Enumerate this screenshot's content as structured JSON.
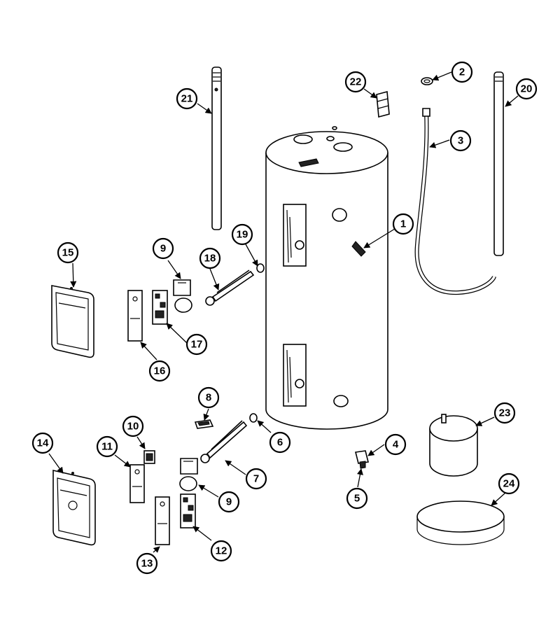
{
  "diagram": {
    "colors": {
      "line": "#000000",
      "fill": "#ffffff",
      "dark": "#222222"
    },
    "callouts": [
      {
        "id": "c1",
        "label": "1"
      },
      {
        "id": "c2",
        "label": "2"
      },
      {
        "id": "c3",
        "label": "3"
      },
      {
        "id": "c4",
        "label": "4"
      },
      {
        "id": "c5",
        "label": "5"
      },
      {
        "id": "c6",
        "label": "6"
      },
      {
        "id": "c7",
        "label": "7"
      },
      {
        "id": "c8",
        "label": "8"
      },
      {
        "id": "c9a",
        "label": "9"
      },
      {
        "id": "c9b",
        "label": "9"
      },
      {
        "id": "c10",
        "label": "10"
      },
      {
        "id": "c11",
        "label": "11"
      },
      {
        "id": "c12",
        "label": "12"
      },
      {
        "id": "c13",
        "label": "13"
      },
      {
        "id": "c14",
        "label": "14"
      },
      {
        "id": "c15",
        "label": "15"
      },
      {
        "id": "c16",
        "label": "16"
      },
      {
        "id": "c17",
        "label": "17"
      },
      {
        "id": "c18",
        "label": "18"
      },
      {
        "id": "c19",
        "label": "19"
      },
      {
        "id": "c20",
        "label": "20"
      },
      {
        "id": "c21",
        "label": "21"
      },
      {
        "id": "c22",
        "label": "22"
      },
      {
        "id": "c23",
        "label": "23"
      },
      {
        "id": "c24",
        "label": "24"
      }
    ]
  }
}
